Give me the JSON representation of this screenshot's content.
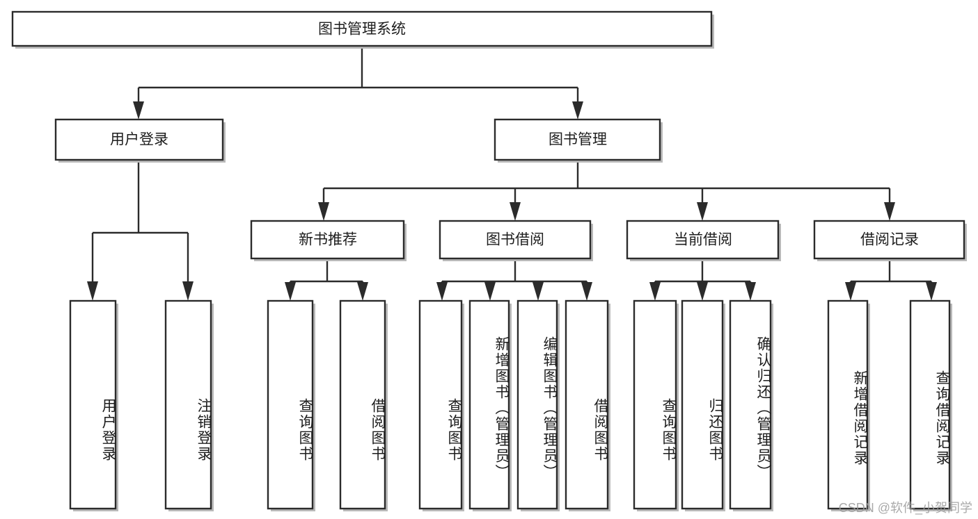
{
  "diagram": {
    "type": "tree-hierarchy-chart",
    "title": "图书管理系统",
    "colors": {
      "background": "#ffffff",
      "box_stroke": "#2b2b2b",
      "box_fill": "#ffffff",
      "text": "#1d1d1d",
      "shadow": "#b9b9b9",
      "watermark": "#9b9b9b"
    },
    "root": {
      "label": "图书管理系统",
      "orientation": "horizontal"
    },
    "level2": [
      {
        "label": "用户登录",
        "orientation": "horizontal"
      },
      {
        "label": "图书管理",
        "orientation": "horizontal"
      }
    ],
    "level3": [
      {
        "label": "新书推荐",
        "orientation": "horizontal"
      },
      {
        "label": "图书借阅",
        "orientation": "horizontal"
      },
      {
        "label": "当前借阅",
        "orientation": "horizontal"
      },
      {
        "label": "借阅记录",
        "orientation": "horizontal"
      }
    ],
    "leaves": {
      "user_login": [
        {
          "label": "用户登录",
          "orientation": "vertical"
        },
        {
          "label": "注销登录",
          "orientation": "vertical"
        }
      ],
      "new_book_recommend": [
        {
          "label": "查询图书",
          "orientation": "vertical"
        },
        {
          "label": "借阅图书",
          "orientation": "vertical"
        }
      ],
      "book_borrow": [
        {
          "label": "查询图书",
          "orientation": "vertical"
        },
        {
          "label": "新增图书（管理员）",
          "orientation": "vertical"
        },
        {
          "label": "编辑图书（管理员）",
          "orientation": "vertical"
        },
        {
          "label": "借阅图书",
          "orientation": "vertical"
        }
      ],
      "current_borrow": [
        {
          "label": "查询图书",
          "orientation": "vertical"
        },
        {
          "label": "归还图书",
          "orientation": "vertical"
        },
        {
          "label": "确认归还（管理员）",
          "orientation": "vertical"
        }
      ],
      "borrow_record": [
        {
          "label": "新增借阅记录",
          "orientation": "vertical"
        },
        {
          "label": "查询借阅记录",
          "orientation": "vertical"
        }
      ]
    }
  },
  "watermark": {
    "text": "CSDN @软件_小贺同学"
  }
}
